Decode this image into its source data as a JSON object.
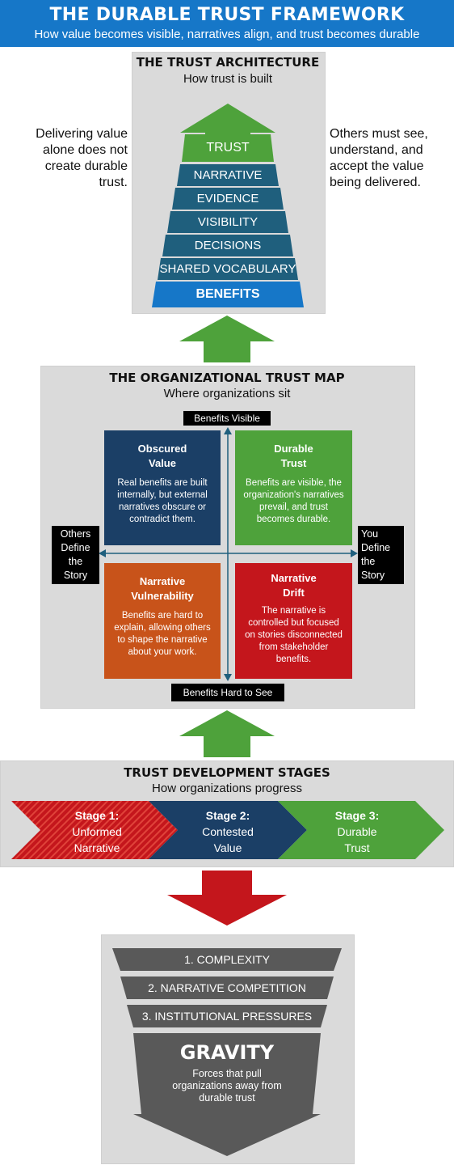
{
  "header": {
    "title": "THE DURABLE TRUST FRAMEWORK",
    "subtitle": "How value becomes visible, narratives align, and trust becomes durable"
  },
  "architecture": {
    "title": "THE TRUST ARCHITECTURE",
    "subtitle": "How trust is built",
    "left_note": [
      "Delivering value",
      "alone does not",
      "create durable",
      "trust."
    ],
    "right_note": [
      "Others must see,",
      "understand, and",
      "accept the value",
      "being delivered."
    ],
    "layers": [
      "TRUST",
      "NARRATIVE",
      "EVIDENCE",
      "VISIBILITY",
      "DECISIONS",
      "SHARED VOCABULARY",
      "BENEFITS"
    ],
    "colors": {
      "trust": "#4ea23b",
      "mid": "#1f5f7d",
      "base": "#1677c8"
    }
  },
  "map": {
    "title": "THE ORGANIZATIONAL TRUST MAP",
    "subtitle": "Where organizations sit",
    "top_label": "Benefits Visible",
    "bottom_label": "Benefits Hard to See",
    "left_label": [
      "Others",
      "Define",
      "the",
      "Story"
    ],
    "right_label": [
      "You",
      "Define",
      "the",
      "Story"
    ],
    "quadrants": {
      "top_left": {
        "title": [
          "Obscured",
          "Value"
        ],
        "desc": [
          "Real benefits are built",
          "internally, but external",
          "narratives obscure or",
          "contradict them."
        ],
        "color": "#1b3f66"
      },
      "top_right": {
        "title": [
          "Durable",
          "Trust"
        ],
        "desc": [
          "Benefits are visible, the",
          "organization's narratives",
          "prevail, and trust",
          "becomes durable."
        ],
        "color": "#4ea23b"
      },
      "bottom_left": {
        "title": [
          "Narrative",
          "Vulnerability"
        ],
        "desc": [
          "Benefits are hard to",
          "explain, allowing others",
          "to shape the narrative",
          "about your work."
        ],
        "color": "#c8531a"
      },
      "bottom_right": {
        "title": [
          "Narrative",
          "Drift"
        ],
        "desc": [
          "The narrative is",
          "controlled but focused",
          "on stories disconnected",
          "from stakeholder",
          "benefits."
        ],
        "color": "#c4161c"
      }
    }
  },
  "stages": {
    "title": "TRUST DEVELOPMENT STAGES",
    "subtitle": "How organizations progress",
    "items": [
      {
        "title": "Stage 1:",
        "lines": [
          "Unformed",
          "Narrative"
        ],
        "color": "#c4161c"
      },
      {
        "title": "Stage 2:",
        "lines": [
          "Contested",
          "Value"
        ],
        "color": "#1b3f66"
      },
      {
        "title": "Stage 3:",
        "lines": [
          "Durable",
          "Trust"
        ],
        "color": "#4ea23b"
      }
    ]
  },
  "gravity": {
    "items": [
      "1. COMPLEXITY",
      "2. NARRATIVE COMPETITION",
      "3. INSTITUTIONAL PRESSURES"
    ],
    "title": "GRAVITY",
    "desc": [
      "Forces that pull",
      "organizations away from",
      "durable trust"
    ],
    "color": "#595959"
  }
}
